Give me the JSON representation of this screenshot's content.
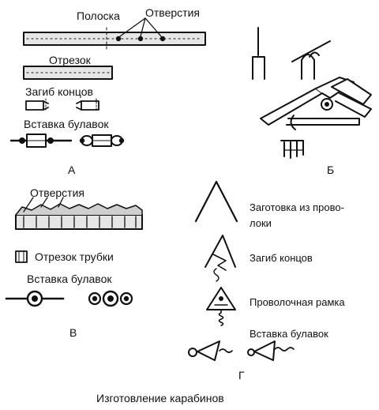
{
  "labels": {
    "a_strip": "Полоска",
    "a_holes": "Отверстия",
    "a_cut": "Отрезок",
    "a_bend": "Загиб концов",
    "a_insert": "Вставка булавок",
    "a_letter": "А",
    "b_letter": "Б",
    "v_holes": "Отверстия",
    "v_tube": "Отрезок трубки",
    "v_insert": "Вставка булавок",
    "v_letter": "В",
    "g_blank_1": "Заготовка из прово-",
    "g_blank_2": "локи",
    "g_bend": "Загиб концов",
    "g_frame": "Проволочная рамка",
    "g_insert": "Вставка булавок",
    "g_letter": "Г",
    "caption": "Изготовление карабинов"
  }
}
